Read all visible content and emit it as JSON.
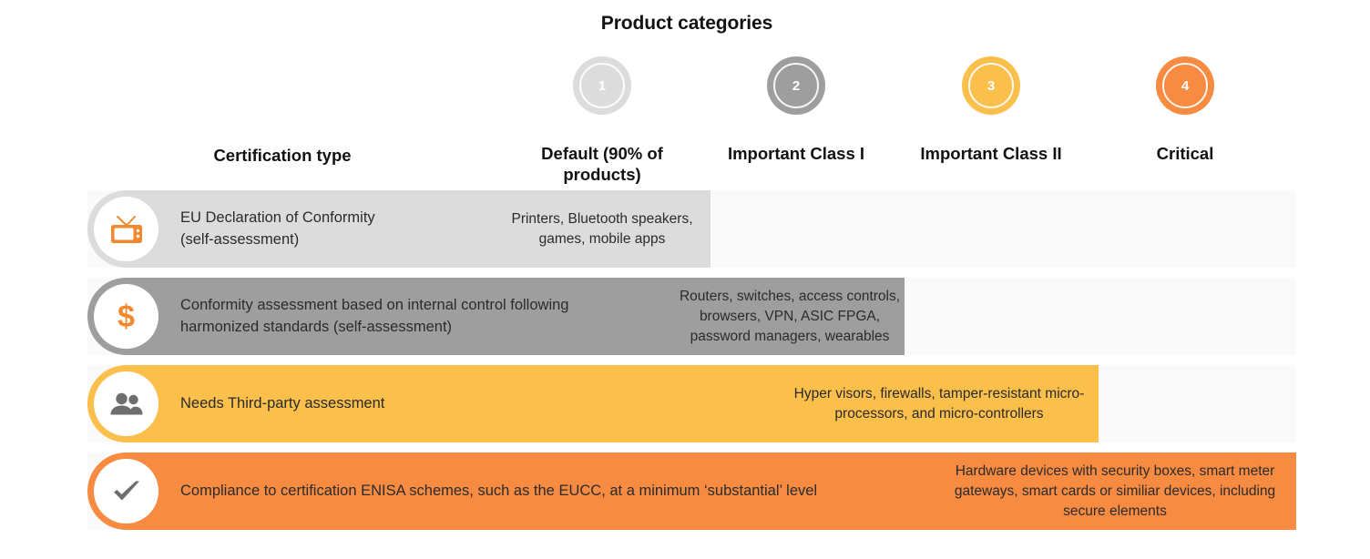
{
  "title": "Product categories",
  "certification_type_header": "Certification type",
  "colors": {
    "cat1": "#dcdcdc",
    "cat2": "#9e9e9e",
    "cat3": "#fbbf4c",
    "cat4": "#f68b41",
    "track": "#fafafa",
    "icon_orange": "#f0892f",
    "icon_gray": "#6e6e6e",
    "text": "#2b2b2b"
  },
  "categories": [
    {
      "number": "1",
      "label": "Default (90% of products)",
      "color": "#dcdcdc"
    },
    {
      "number": "2",
      "label": "Important Class I",
      "color": "#9e9e9e"
    },
    {
      "number": "3",
      "label": "Important Class II",
      "color": "#fbbf4c"
    },
    {
      "number": "4",
      "label": "Critical",
      "color": "#f68b41"
    }
  ],
  "rows": [
    {
      "icon": "retro-tv-icon",
      "label": "EU Declaration of Conformity\n(self-assessment)",
      "value": "Printers, Bluetooth speakers, games, mobile apps",
      "color": "#dcdcdc"
    },
    {
      "icon": "dollar-sign-icon",
      "label": "Conformity assessment based on internal control following\nharmonized standards (self-assessment)",
      "value": "Routers, switches, access controls, browsers, VPN, ASIC FPGA, password managers, wearables",
      "color": "#9e9e9e"
    },
    {
      "icon": "people-icon",
      "label": "Needs Third-party assessment",
      "value": "Hyper visors, firewalls, tamper-resistant micro-processors, and micro-controllers",
      "color": "#fbbf4c"
    },
    {
      "icon": "check-mark-icon",
      "label": "Compliance to certification ENISA schemes, such as the EUCC, at a minimum ‘substantial’ level",
      "value": "Hardware devices with security boxes, smart meter gateways, smart cards or similiar devices, including secure elements",
      "color": "#f68b41"
    }
  ]
}
